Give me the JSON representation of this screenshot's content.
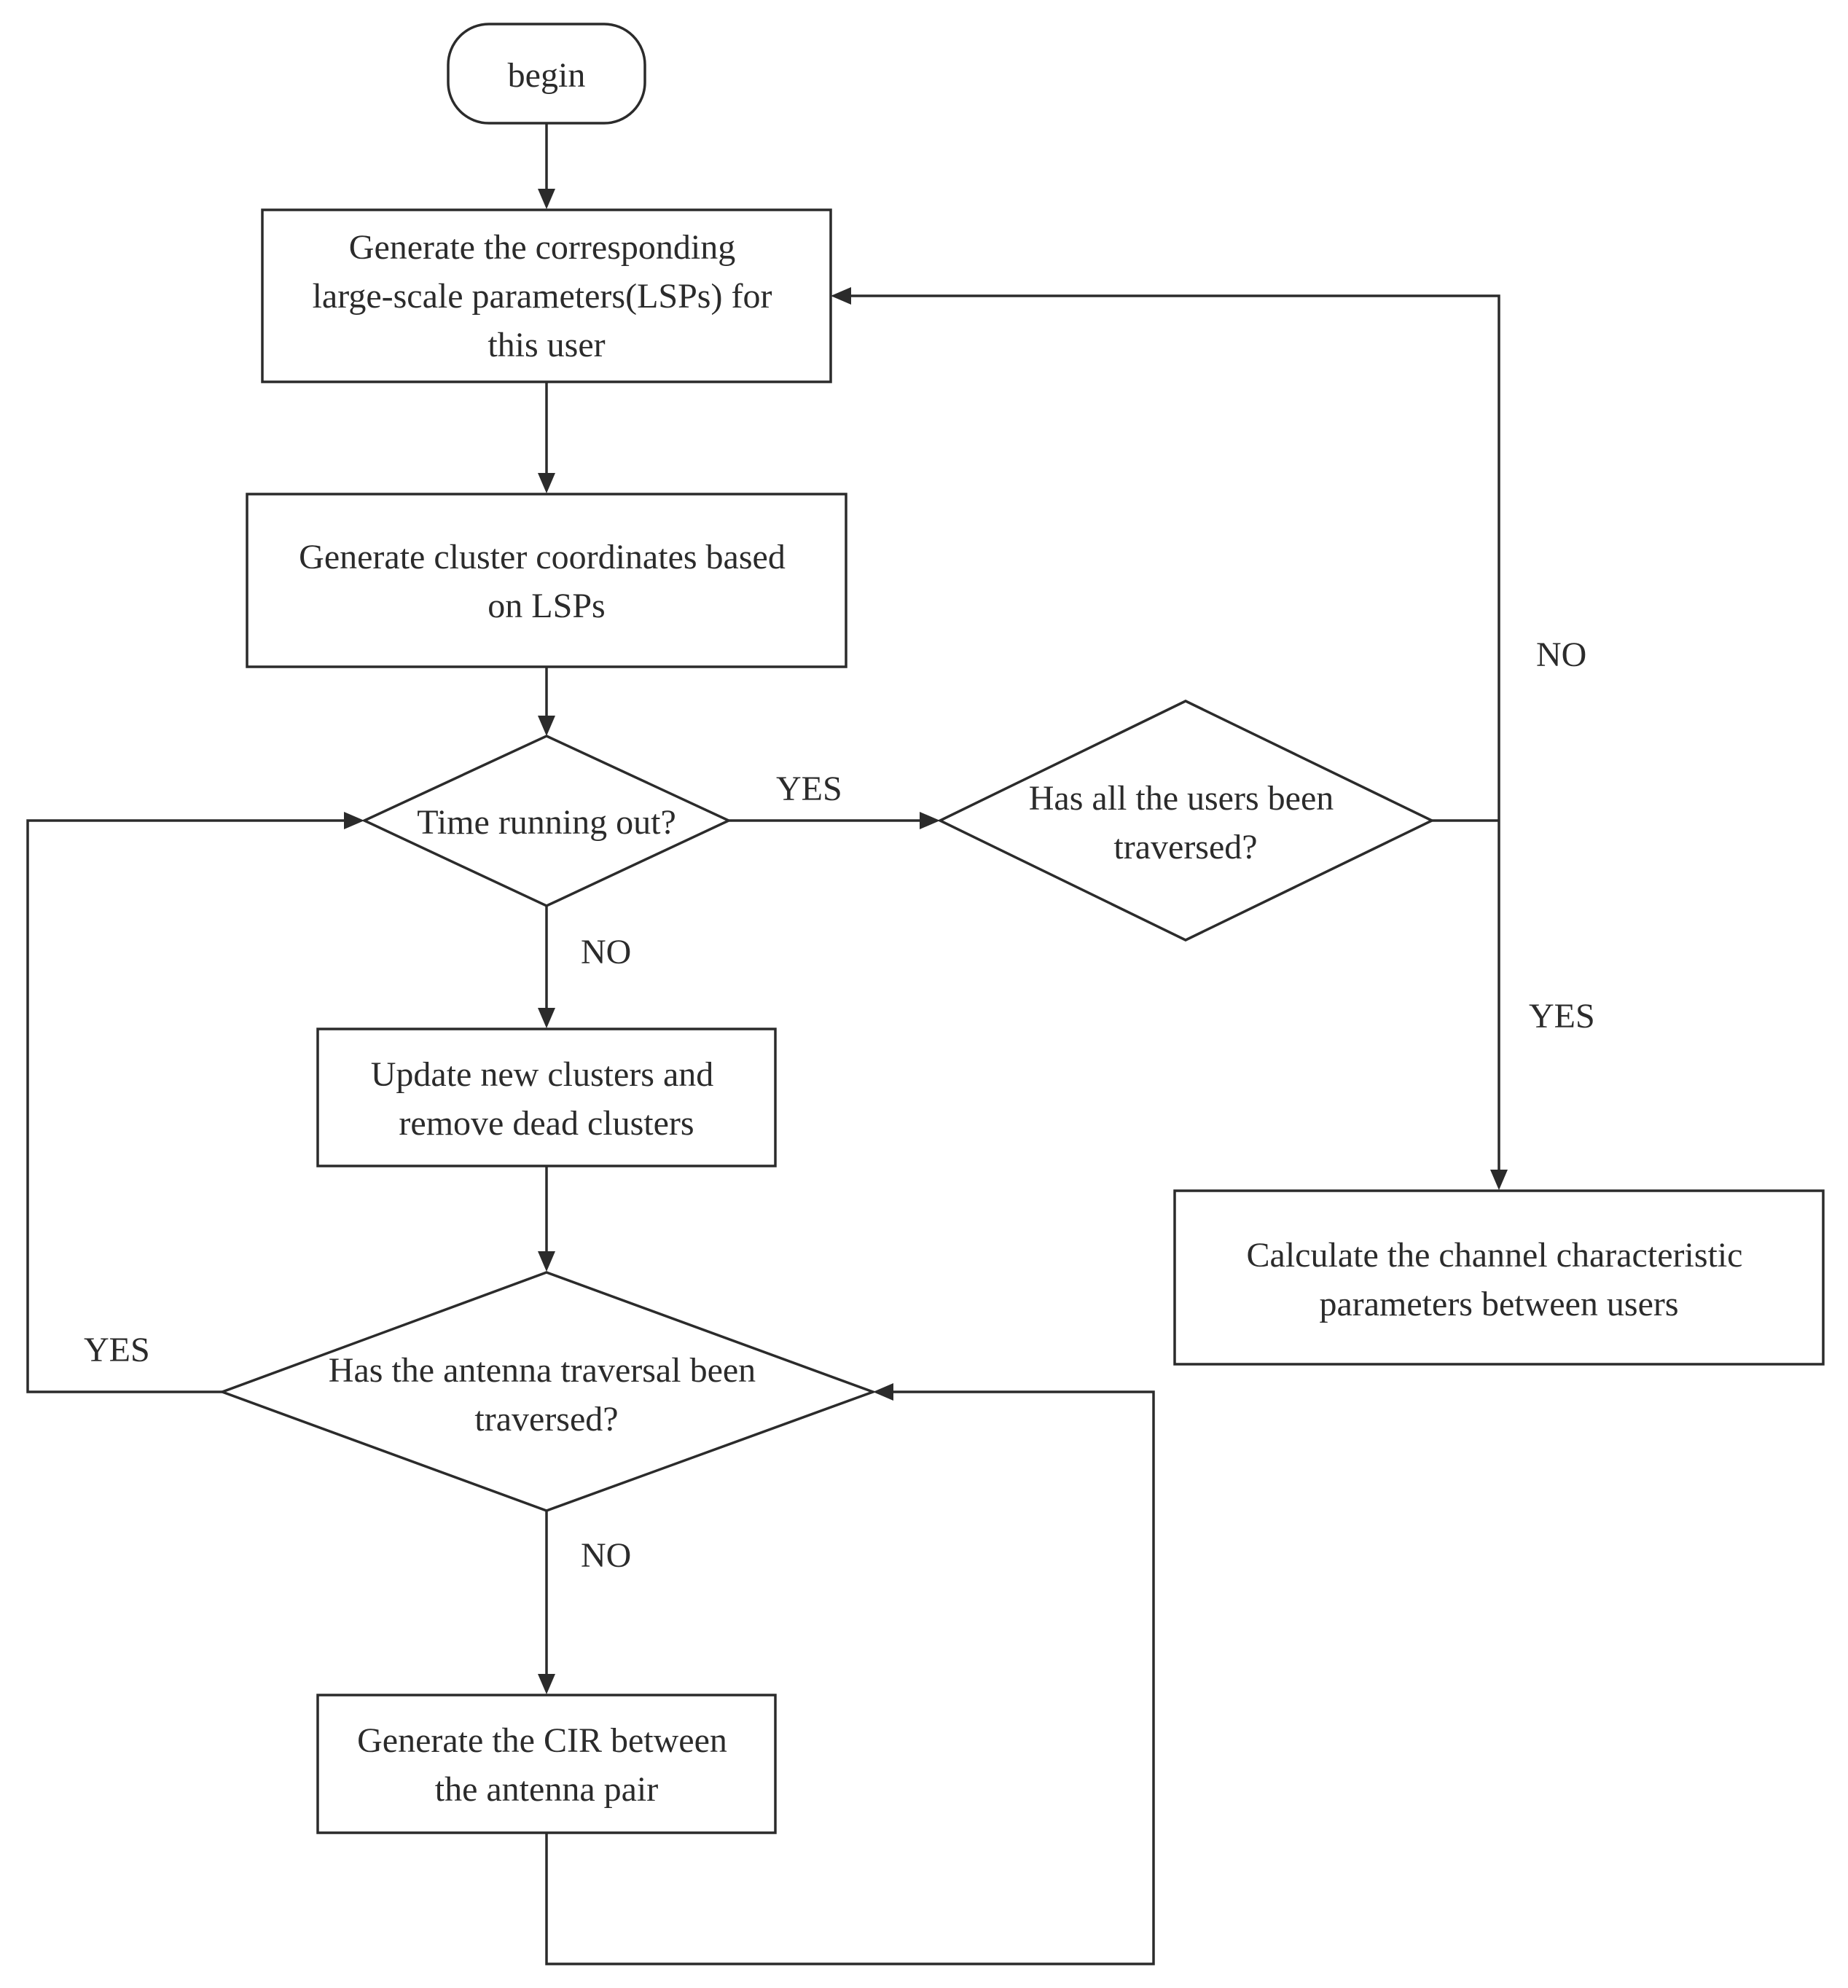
{
  "nodes": {
    "begin": {
      "lines": [
        "begin"
      ]
    },
    "generate_lsps": {
      "lines": [
        "Generate the corresponding",
        "large-scale parameters(LSPs) for",
        "this user"
      ]
    },
    "cluster_coords": {
      "lines": [
        "Generate cluster coordinates based",
        "on LSPs"
      ]
    },
    "time_check": {
      "lines": [
        "Time running out?"
      ]
    },
    "users_check": {
      "lines": [
        "Has all the users been",
        "traversed?"
      ]
    },
    "update_clusters": {
      "lines": [
        "Update new clusters and",
        "remove dead clusters"
      ]
    },
    "antenna_check": {
      "lines": [
        "Has the antenna traversal been",
        "traversed?"
      ]
    },
    "generate_cir": {
      "lines": [
        "Generate the CIR between",
        "the antenna pair"
      ]
    },
    "calc_params": {
      "lines": [
        "Calculate the channel characteristic",
        "parameters between users"
      ]
    }
  },
  "edge_labels": {
    "time_yes": "YES",
    "time_no": "NO",
    "users_no": "NO",
    "users_yes": "YES",
    "antenna_yes": "YES",
    "antenna_no": "NO"
  }
}
